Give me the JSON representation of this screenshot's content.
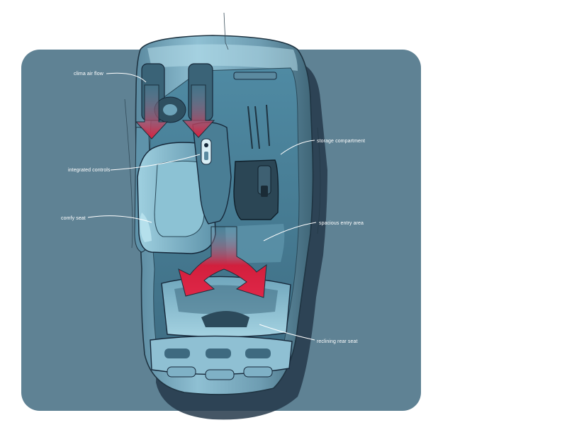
{
  "colors": {
    "page_background": "#ffffff",
    "panel": "#5f8294",
    "body_shell": "#6f9fb4",
    "body_highlight": "#a9d2e0",
    "interior": "#4d7f96",
    "shadow": "#263a47",
    "seat": "#7fb6cb",
    "airflow_arrow": "#d21f3d",
    "label_text": "#ffffff"
  },
  "callouts": {
    "clima_air_flow": "clima air flow",
    "integrated_controls": "integrated controls",
    "comfy_seat": "comfy seat",
    "storage_compartment": "storage compartment",
    "spacious_entry_area": "spacious entry area",
    "reclining_rear_seat": "reclining rear seat"
  },
  "icons": [
    "airflow-arrow-down-icon",
    "airflow-arrow-split-icon",
    "control-panel-icon"
  ]
}
